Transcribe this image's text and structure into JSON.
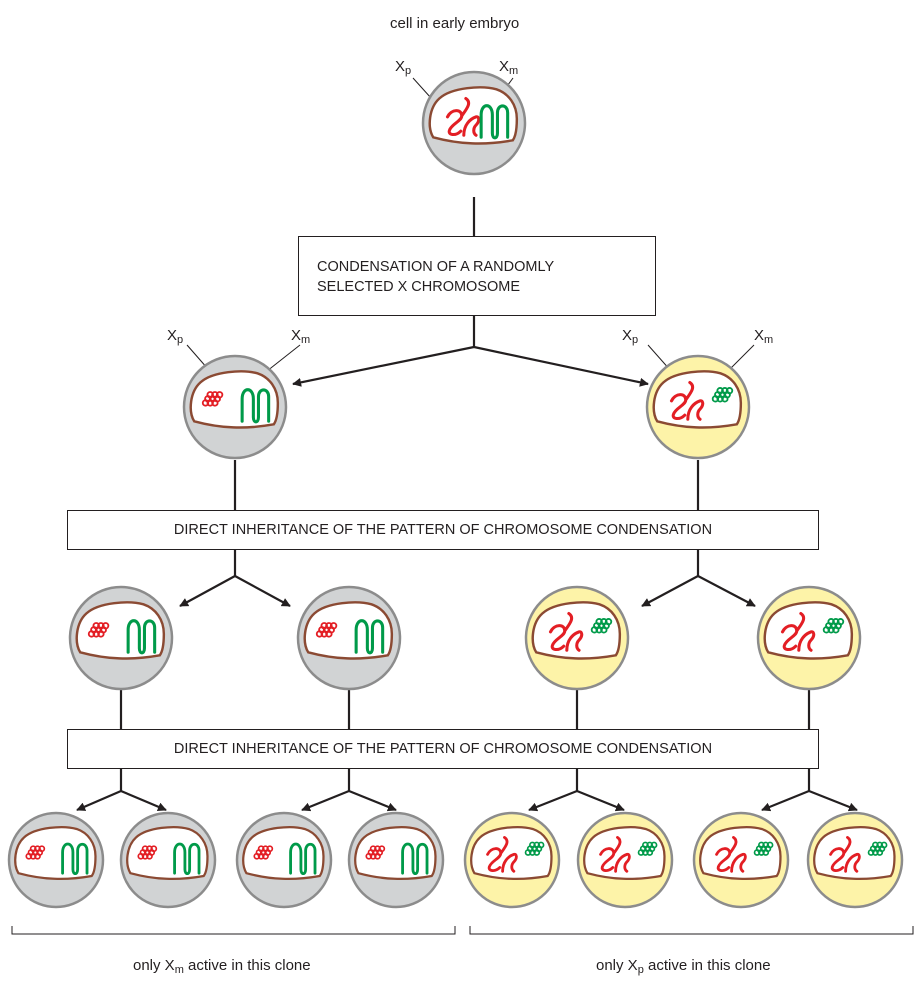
{
  "title": "cell in early embryo",
  "labels": {
    "xp_main": "X",
    "xp_sub": "p",
    "xm_main": "X",
    "xm_sub": "m"
  },
  "boxes": {
    "condensation_line1": "CONDENSATION OF A RANDOMLY",
    "condensation_line2": "SELECTED X CHROMOSOME",
    "inheritance_1": "DIRECT INHERITANCE OF THE PATTERN OF CHROMOSOME CONDENSATION",
    "inheritance_2": "DIRECT INHERITANCE OF THE PATTERN OF CHROMOSOME CONDENSATION"
  },
  "captions": {
    "left_prefix": "only X",
    "left_sub": "m",
    "left_suffix": " active in this clone",
    "right_prefix": "only X",
    "right_sub": "p",
    "right_suffix": " active in this clone"
  },
  "colors": {
    "grey_cell": "#d1d3d4",
    "yellow_cell": "#fdf3a8",
    "cell_border": "#8c8c8c",
    "nucleus_border": "#8b4a33",
    "paternal_x": "#e31e24",
    "maternal_x": "#009a49"
  }
}
